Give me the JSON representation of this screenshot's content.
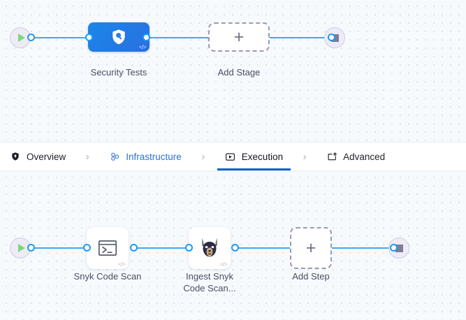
{
  "stage_canvas": {
    "start_node": {
      "icon": "play-icon",
      "label": ""
    },
    "end_node": {
      "icon": "stop-icon",
      "label": ""
    },
    "nodes": [
      {
        "id": "security-tests",
        "label": "Security Tests",
        "icon": "shield-search-icon",
        "badge": "</>"
      },
      {
        "id": "add-stage",
        "label": "Add Stage",
        "icon": "plus-icon",
        "badge": ""
      }
    ]
  },
  "tabs": {
    "items": [
      {
        "id": "overview",
        "label": "Overview",
        "icon": "shield-icon",
        "active": false
      },
      {
        "id": "infrastructure",
        "label": "Infrastructure",
        "icon": "cluster-nodes-icon",
        "active": false
      },
      {
        "id": "execution",
        "label": "Execution",
        "icon": "play-box-icon",
        "active": true
      },
      {
        "id": "advanced",
        "label": "Advanced",
        "icon": "card-gear-icon",
        "active": false
      }
    ],
    "separator": "›",
    "active_color": "#0f62cd",
    "link_color": "#2a72d4"
  },
  "step_canvas": {
    "start_node": {
      "icon": "play-icon",
      "label": ""
    },
    "end_node": {
      "icon": "stop-icon",
      "label": ""
    },
    "nodes": [
      {
        "id": "snyk-code-scan",
        "label": "Snyk Code Scan",
        "icon": "terminal-icon",
        "badge": "</>"
      },
      {
        "id": "ingest-snyk-code-scan",
        "label": "Ingest Snyk\nCode Scan...",
        "label_line1": "Ingest Snyk",
        "label_line2": "Code Scan...",
        "icon": "snyk-doberman-icon",
        "badge": "</>"
      },
      {
        "id": "add-step",
        "label": "Add Step",
        "icon": "plus-icon",
        "badge": ""
      }
    ]
  },
  "plus_glyph": "+",
  "colors": {
    "canvas_bg": "#f7fafd",
    "dot": "#d3dbe6",
    "edge": "#42a5f5",
    "port_ring": "#1c9bf0",
    "stage_blue_from": "#1a87ea",
    "stage_blue_to": "#2a6fe0",
    "terminal_bg": "#edecf6",
    "play_green": "#7dd87d",
    "stop_gray": "#7d7d96",
    "dashed_border": "#9a9ab0",
    "caption_text": "#4a4f63"
  }
}
